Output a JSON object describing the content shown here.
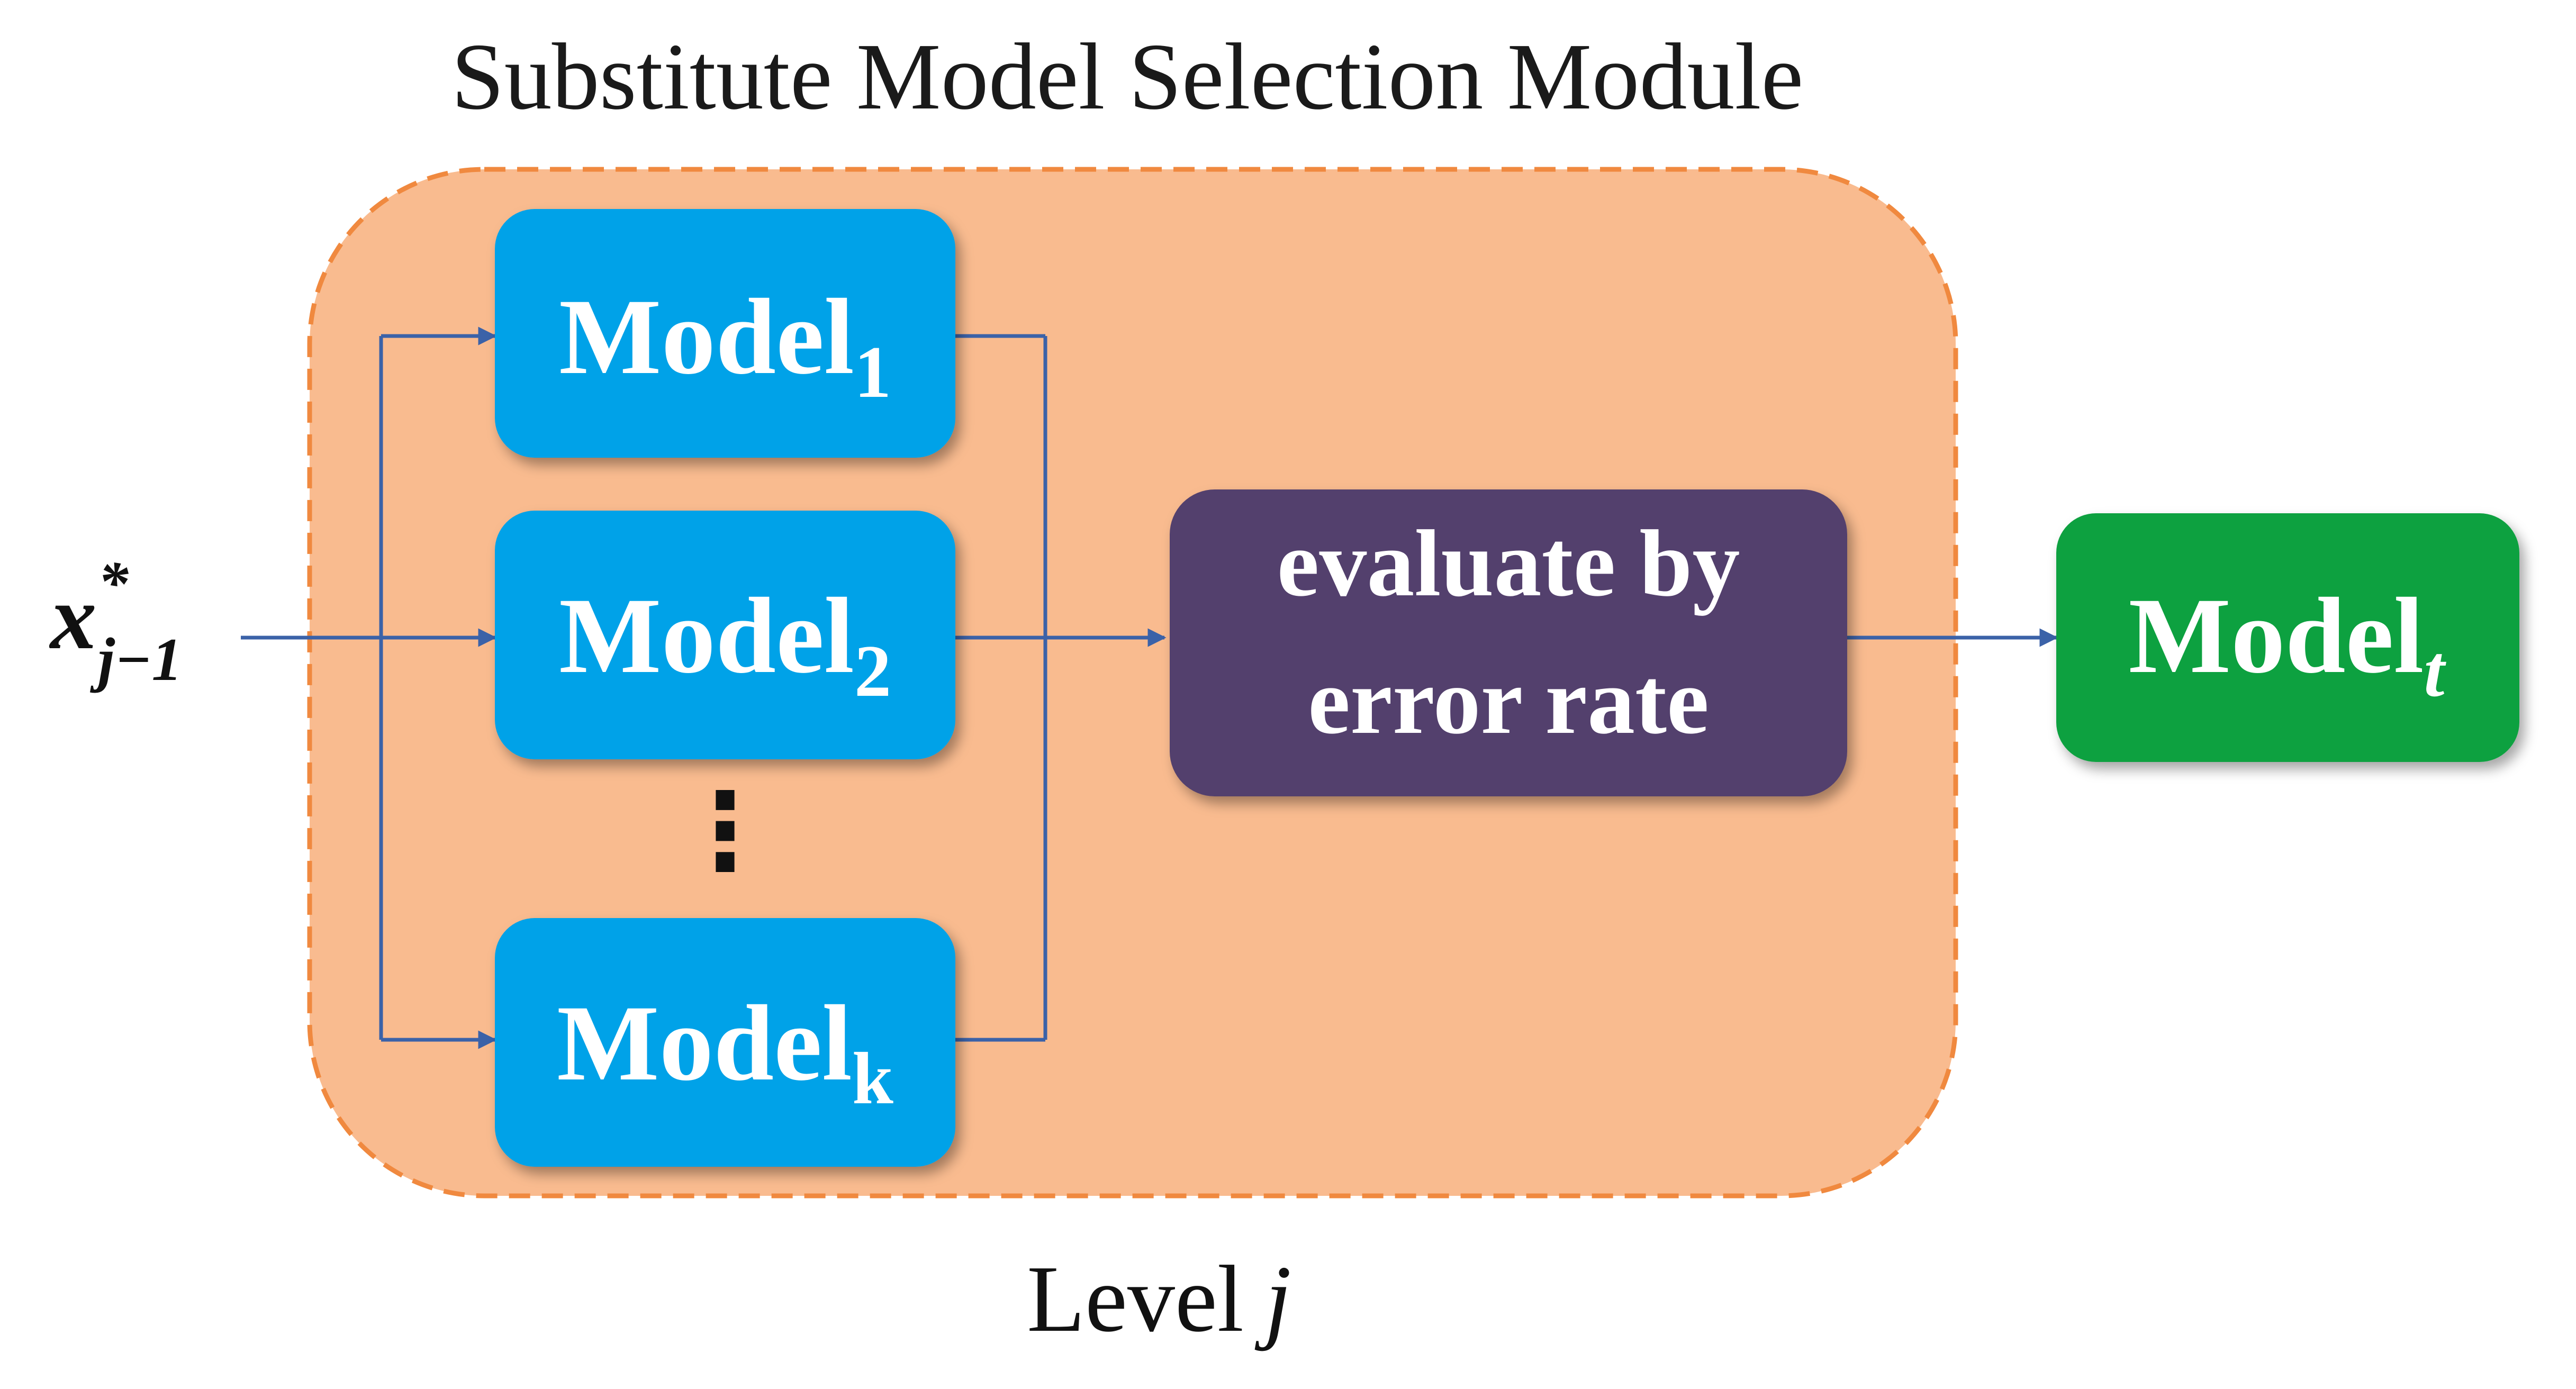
{
  "title": "Substitute Model Selection Module",
  "input": {
    "base": "x",
    "superscript": "*",
    "subscript": "j−1"
  },
  "models": [
    {
      "base": "Model",
      "subscript": "1"
    },
    {
      "base": "Model",
      "subscript": "2"
    },
    {
      "base": "Model",
      "subscript": "k"
    }
  ],
  "ellipsis": "⋮",
  "evaluator": {
    "line1": "evaluate by",
    "line2": "error rate"
  },
  "output": {
    "base": "Model",
    "subscript": "t"
  },
  "level": {
    "prefix": "Level",
    "variable": "j"
  },
  "colors": {
    "module_fill": "#f9bb8f",
    "module_border": "#f0893f",
    "model_box": "#00a2e8",
    "evaluator_box": "#533f6d",
    "output_box": "#10a13f",
    "connector": "#3b62a8"
  }
}
